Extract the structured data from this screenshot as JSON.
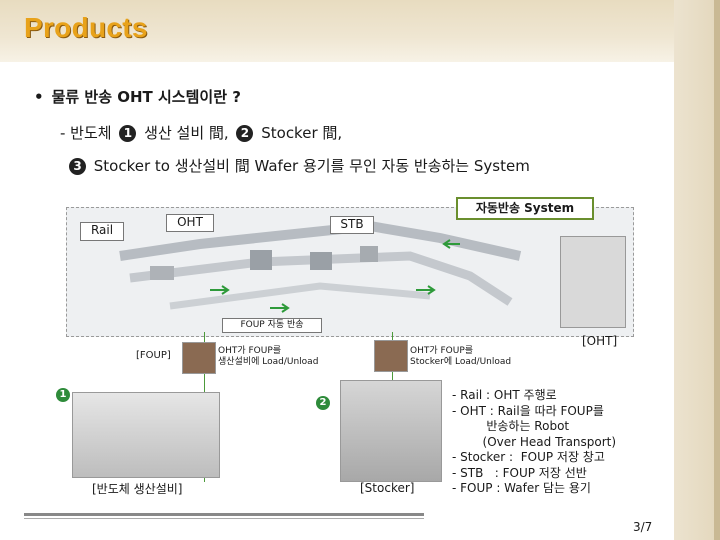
{
  "header": {
    "title": "Products"
  },
  "content": {
    "bullet": "물류 반송 OHT 시스템이란 ?",
    "sub1_prefix": "- 반도체",
    "sub1_num1": "1",
    "sub1_mid": "생산 설비 間,",
    "sub1_num2": "2",
    "sub1_suffix": "Stocker 間,",
    "sub2_num3": "3",
    "sub2_text": "Stocker to 생산설비 間 Wafer 용기를 무인 자동 반송하는 System"
  },
  "diagram": {
    "auto_label": "자동반송 System",
    "rail_label": "Rail",
    "oht_label": "OHT",
    "stb_label": "STB",
    "foup_transport_label": "FOUP 자동 반송",
    "foup_label": "[FOUP]",
    "oht_equipment_text1": "OHT가 FOUP를",
    "oht_equipment_text2": "생산설비에 Load/Unload",
    "oht_stocker_text1": "OHT가 FOUP를",
    "oht_stocker_text2": "Stocker에 Load/Unload",
    "oht_bracket": "[OHT]",
    "marker1": "1",
    "marker2": "2",
    "equipment_caption": "[반도체 생산설비]",
    "stocker_caption": "[Stocker]"
  },
  "legend": {
    "text": "- Rail : OHT 주행로\n- OHT : Rail을 따라 FOUP를\n         반송하는 Robot\n        (Over Head Transport)\n- Stocker :  FOUP 저장 창고\n- STB   : FOUP 저장 선반\n- FOUP : Wafer 담는 용기"
  },
  "footer": {
    "page": "3/7"
  },
  "colors": {
    "title": "#e8a21a",
    "accent_green": "#6a8f2e",
    "marker_green": "#2e8b3a"
  }
}
